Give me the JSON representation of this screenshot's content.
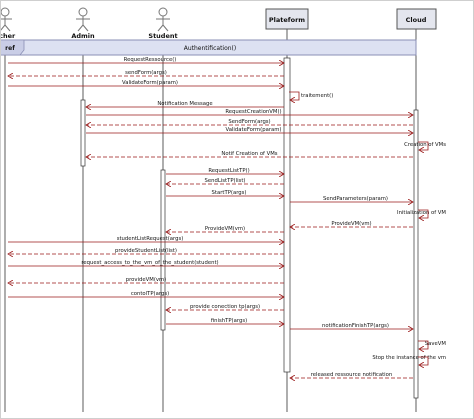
{
  "actors": [
    {
      "id": "teacher",
      "label": "acher"
    },
    {
      "id": "admin",
      "label": "Admin"
    },
    {
      "id": "student",
      "label": "Student"
    }
  ],
  "objects": [
    {
      "id": "plateform",
      "label": "Plateform"
    },
    {
      "id": "cloud",
      "label": "Cloud"
    }
  ],
  "fragment": {
    "tag": "ref",
    "label": "Authentification()"
  },
  "messages": [
    {
      "label": "RequestRessource()",
      "from": "left",
      "to": "plateform",
      "dashed": false
    },
    {
      "label": "sendForm(args)",
      "from": "plateform",
      "to": "left",
      "dashed": true
    },
    {
      "label": "ValidateForm(param)",
      "from": "left",
      "to": "plateform",
      "dashed": false
    },
    {
      "label": "traitement()",
      "from": "plateform",
      "to": "plateform",
      "dashed": false
    },
    {
      "label": "Notification Message",
      "from": "plateform",
      "to": "admin",
      "dashed": false
    },
    {
      "label": "RequestCreationVM()",
      "from": "admin",
      "to": "cloud",
      "dashed": false
    },
    {
      "label": "SendForm(args)",
      "from": "cloud",
      "to": "admin",
      "dashed": true
    },
    {
      "label": "ValidateForm(param)",
      "from": "admin",
      "to": "cloud",
      "dashed": false
    },
    {
      "label": "Creation of VMs",
      "from": "cloud",
      "to": "cloud",
      "dashed": false
    },
    {
      "label": "Notif Creation of VMs",
      "from": "cloud",
      "to": "admin",
      "dashed": true
    },
    {
      "label": "RequestListTP()",
      "from": "student",
      "to": "plateform",
      "dashed": false
    },
    {
      "label": "SendListTP(list)",
      "from": "plateform",
      "to": "student",
      "dashed": true
    },
    {
      "label": "StartTP(args)",
      "from": "student",
      "to": "plateform",
      "dashed": false
    },
    {
      "label": "SendParameters(param)",
      "from": "plateform",
      "to": "cloud",
      "dashed": false
    },
    {
      "label": "Initialization of VM",
      "from": "cloud",
      "to": "cloud",
      "dashed": false
    },
    {
      "label": "ProvideVM(vm)",
      "from": "cloud",
      "to": "plateform",
      "dashed": true
    },
    {
      "label": "ProvideVM(vm)",
      "from": "plateform",
      "to": "student",
      "dashed": true
    },
    {
      "label": "studentListRequest(args)",
      "from": "left",
      "to": "plateform",
      "dashed": false
    },
    {
      "label": "provideStudentList(list)",
      "from": "plateform",
      "to": "left",
      "dashed": true
    },
    {
      "label": "request_access_to_the_vm_of_the_student(student)",
      "from": "left",
      "to": "plateform",
      "dashed": false
    },
    {
      "label": "provideVM(vm)",
      "from": "plateform",
      "to": "left",
      "dashed": true
    },
    {
      "label": "contolTP(args)",
      "from": "left",
      "to": "plateform",
      "dashed": false
    },
    {
      "label": "provide conection tp(args)",
      "from": "plateform",
      "to": "student",
      "dashed": true
    },
    {
      "label": "finishTP(args)",
      "from": "student",
      "to": "plateform",
      "dashed": false
    },
    {
      "label": "notificationFinishTP(args)",
      "from": "plateform",
      "to": "cloud",
      "dashed": false
    },
    {
      "label": "SaveVM",
      "from": "cloud",
      "to": "cloud",
      "dashed": false
    },
    {
      "label": "Stop the instance of the vm",
      "from": "cloud",
      "to": "cloud",
      "dashed": false
    },
    {
      "label": "released ressource notification",
      "from": "cloud",
      "to": "plateform",
      "dashed": true
    }
  ],
  "colors": {
    "line": "#333333",
    "message": "#9a1a1a",
    "fragment_fill": "#dde1f2",
    "fragment_stroke": "#8a8fb5",
    "object_fill": "#e4e6ee",
    "activation_fill": "#ffffff"
  }
}
